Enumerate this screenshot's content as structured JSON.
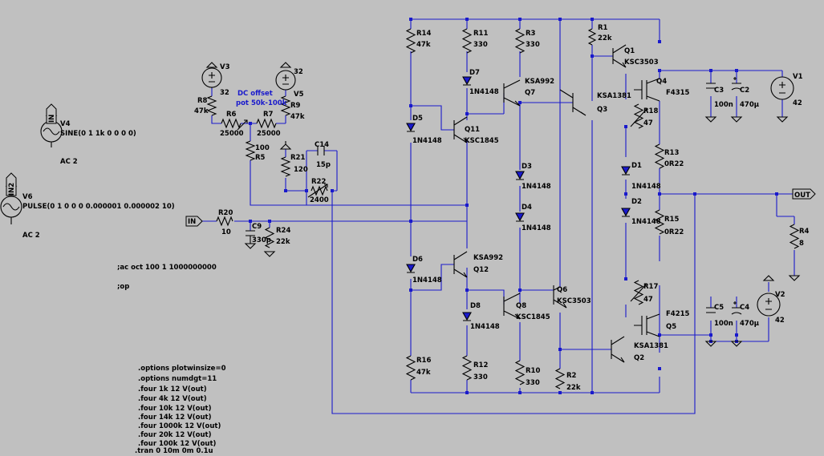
{
  "components": {
    "R14": [
      "R14",
      "47k"
    ],
    "R11": [
      "R11",
      "330"
    ],
    "R3": [
      "R3",
      "330"
    ],
    "R1": [
      "R1",
      "22k"
    ],
    "R8": [
      "R8",
      "47k"
    ],
    "R6": [
      "R6",
      "25000"
    ],
    "R7": [
      "R7",
      "25000"
    ],
    "R9": [
      "R9",
      "47k"
    ],
    "R5": [
      "R5",
      "100"
    ],
    "R21": [
      "R21",
      "120"
    ],
    "R22": [
      "R22",
      "2400"
    ],
    "R20": [
      "R20",
      "10"
    ],
    "R24": [
      "R24",
      "22k"
    ],
    "R18": [
      "R18",
      "47"
    ],
    "R13": [
      "R13",
      "0R22"
    ],
    "R15": [
      "R15",
      "0R22"
    ],
    "R17": [
      "R17",
      "47"
    ],
    "R4": [
      "R4",
      "8"
    ],
    "R16": [
      "R16",
      "47k"
    ],
    "R12": [
      "R12",
      "330"
    ],
    "R10": [
      "R10",
      "330"
    ],
    "R2": [
      "R2",
      "22k"
    ],
    "C14": [
      "C14",
      "15p"
    ],
    "C9": [
      "C9",
      "330p"
    ],
    "C3": [
      "C3",
      "100n"
    ],
    "C2": [
      "C2",
      "470µ"
    ],
    "C5": [
      "C5",
      "100n"
    ],
    "C4": [
      "C4",
      "470µ"
    ],
    "D7": [
      "D7",
      "1N4148"
    ],
    "D5": [
      "D5",
      "1N4148"
    ],
    "D3": [
      "D3",
      "1N4148"
    ],
    "D4": [
      "D4",
      "1N4148"
    ],
    "D1": [
      "D1",
      "1N4148"
    ],
    "D2": [
      "D2",
      "1N4148"
    ],
    "D6": [
      "D6",
      "1N4148"
    ],
    "D8": [
      "D8",
      "1N4148"
    ],
    "Q1": [
      "Q1",
      "KSC3503"
    ],
    "Q4": [
      "Q4",
      "F4315"
    ],
    "Q7": [
      "Q7",
      "KSA992"
    ],
    "Q3": [
      "Q3",
      "KSA1381"
    ],
    "Q11": [
      "Q11",
      "KSC1845"
    ],
    "Q12": [
      "Q12",
      "KSA992"
    ],
    "Q6": [
      "Q6",
      "KSC3503"
    ],
    "Q8": [
      "Q8",
      "KSC1845"
    ],
    "Q5": [
      "Q5",
      "F4215"
    ],
    "Q2": [
      "Q2",
      "KSA1381"
    ],
    "V3": [
      "V3",
      "32"
    ],
    "V5": [
      "V5",
      "32"
    ],
    "V1": [
      "V1",
      "42"
    ],
    "V2": [
      "V2",
      "42"
    ],
    "V4": [
      "V4",
      "SINE(0 1 1k 0 0 0 0)",
      "AC 2"
    ],
    "V6": [
      "V6",
      "PULSE(0 1 0 0 0 0.000001 0.000002 10)",
      "AC 2"
    ]
  },
  "net_labels": {
    "in1": "IN",
    "in2": "IN2",
    "in_flag": "IN",
    "out_flag": "OUT"
  },
  "annotations": {
    "dc_offset_1": "DC offset",
    "dc_offset_2": "pot 50k-100k"
  },
  "directives": [
    ";ac oct 100 1 1000000000",
    ";op",
    ".options plotwinsize=0",
    ".options numdgt=11",
    ".four 1k 12 V(out)",
    ".four 4k 12 V(out)",
    ".four 10k 12 V(out)",
    ".four 14k 12 V(out)",
    ".four 1000k 12 V(out)",
    ".four 20k 12 V(out)",
    ".four 100k 12 V(out)",
    ".tran 0 10m 0m 0.1u"
  ],
  "colors": {
    "background": "#c0c0c0",
    "wire": "#1a1acc",
    "component": "#000000",
    "annotation": "#1a1acc"
  }
}
